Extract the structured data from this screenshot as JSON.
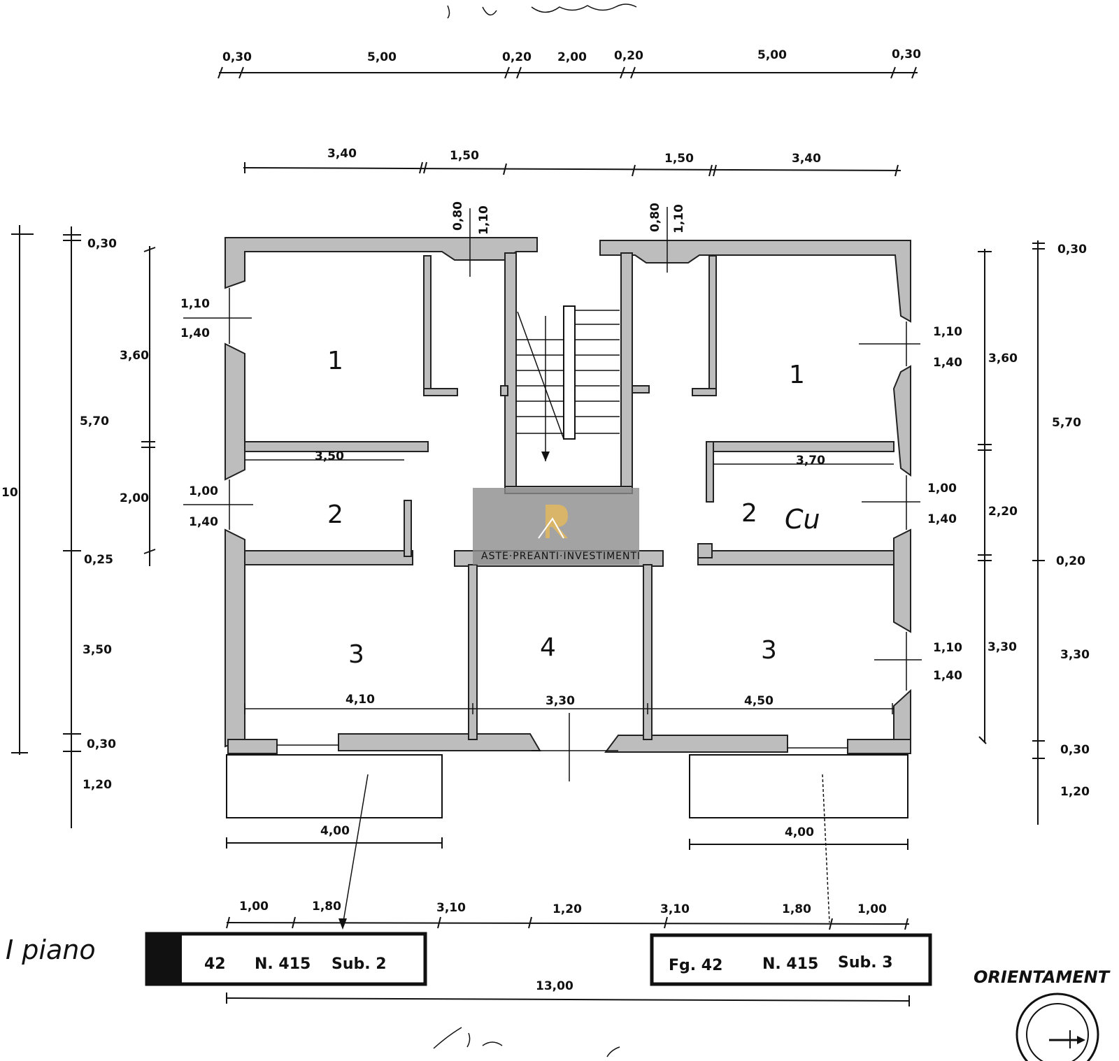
{
  "top_dimensions": [
    "0,30",
    "5,00",
    "0,20",
    "2,00",
    "0,20",
    "5,00",
    "0,30"
  ],
  "second_dimensions": [
    "3,40",
    "1,50",
    "1,50",
    "3,40"
  ],
  "window_top_left": [
    "0,80",
    "1,10"
  ],
  "window_top_right": [
    "0,80",
    "1,10"
  ],
  "left_outer_dims": [
    "0,30",
    "5,70",
    "0,25",
    "3,50",
    "0,30",
    "1,20"
  ],
  "left_inner_dims": [
    "3,60",
    "2,00"
  ],
  "left_partial": "10",
  "right_outer_dims": [
    "0,30",
    "5,70",
    "0,20",
    "3,30",
    "0,30",
    "1,20"
  ],
  "right_inner_dims": [
    "3,60",
    "2,20",
    "3,30"
  ],
  "window_labels_left": [
    [
      "1,10",
      "1,40"
    ],
    [
      "1,00",
      "1,40"
    ]
  ],
  "window_labels_right": [
    [
      "1,10",
      "1,40"
    ],
    [
      "1,00",
      "1,40"
    ],
    [
      "1,10",
      "1,40"
    ]
  ],
  "rooms_left": [
    "1",
    "2",
    "3"
  ],
  "rooms_center": "4",
  "rooms_right": [
    "1",
    "2",
    "3"
  ],
  "room_right_2_note": "Cu",
  "inner_widths_left": "3,50",
  "inner_widths_right": "3,70",
  "bottom_room_widths": [
    "4,10",
    "3,30",
    "4,50"
  ],
  "balcony_widths": [
    "4,00",
    "4,00"
  ],
  "bottom_dimensions": [
    "1,00",
    "1,80",
    "3,10",
    "1,20",
    "3,10",
    "1,80",
    "1,00"
  ],
  "total_width": "13,00",
  "label_left": {
    "prefix": "42",
    "n": "N. 415",
    "sub": "Sub. 2"
  },
  "label_right": {
    "prefix": "Fg. 42",
    "n": "N. 415",
    "sub": "Sub. 3"
  },
  "floor_note": "I piano",
  "orientation_label": "ORIENTAMENT",
  "watermark": "ASTE·PREANTI·INVESTIMENTI"
}
